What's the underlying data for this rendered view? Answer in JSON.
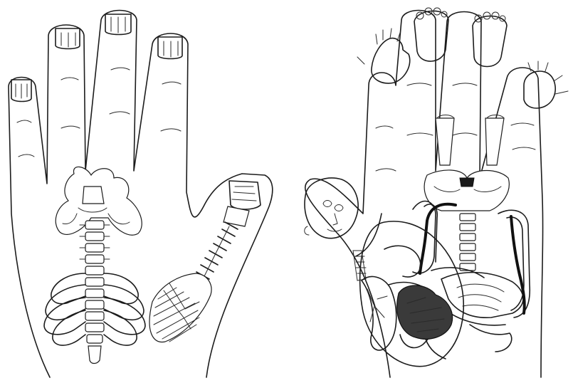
{
  "figure": {
    "panels": [
      {
        "id": "dorsal-hand",
        "content": "skeleton-mapping"
      },
      {
        "id": "palm-hand",
        "content": "organ-mapping"
      }
    ],
    "colors": {
      "line": "#1c1c1c",
      "background": "#ffffff",
      "heart_fill": "#3a3a3a"
    }
  }
}
